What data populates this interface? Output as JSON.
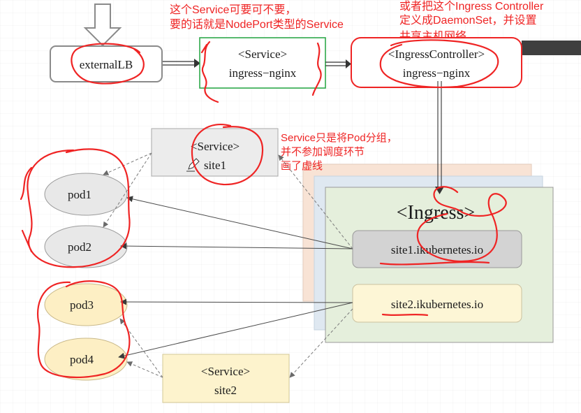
{
  "annotations": {
    "service_optional": [
      "这个Service可要可不要，",
      "要的话就是NodePort类型的Service"
    ],
    "controller_daemonset": [
      "或者把这个Ingress Controller",
      "定义成DaemonSet，并设置",
      "共享主机网络"
    ],
    "service_grouping": [
      "Service只是将Pod分组，",
      "并不参加调度环节",
      "画了虚线"
    ]
  },
  "external_lb": {
    "label": "externalLB"
  },
  "ingress_service": {
    "kind": "<Service>",
    "name": "ingress−nginx"
  },
  "ingress_controller": {
    "kind": "<IngressController>",
    "name": "ingress−nginx"
  },
  "service_site1": {
    "kind": "<Service>",
    "name": "site1"
  },
  "service_site2": {
    "kind": "<Service>",
    "name": "site2"
  },
  "ingress": {
    "title": "<Ingress>",
    "rules": [
      {
        "host": "site1.ikubernetes.io"
      },
      {
        "host": "site2.ikubernetes.io"
      }
    ]
  },
  "pods": [
    {
      "name": "pod1"
    },
    {
      "name": "pod2"
    },
    {
      "name": "pod3"
    },
    {
      "name": "pod4"
    }
  ],
  "icons": {
    "entry_arrow": "down-arrow-icon",
    "edit_cursor": "pencil-icon"
  },
  "colors": {
    "annotation": "#ef2424",
    "ingress_service_border": "#2ea84a",
    "site1_fill": "#ececec",
    "site2_fill": "#fdf3cd"
  }
}
